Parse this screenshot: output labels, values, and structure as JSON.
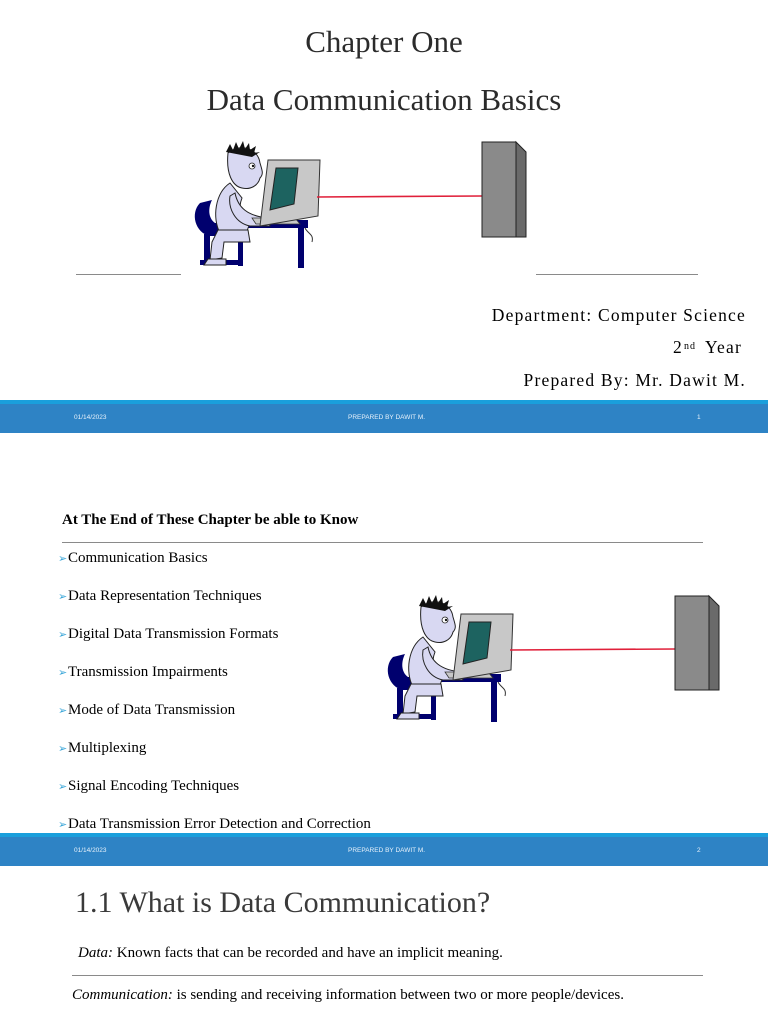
{
  "slide1": {
    "title": "Chapter One",
    "subtitle": "Data Communication Basics",
    "department": "Department: Computer Science",
    "year_num": "2",
    "year_sup": "nd",
    "year_word": "Year",
    "prepared_by": "Prepared By: Mr. Dawit M."
  },
  "footer1": {
    "date": "01/14/2023",
    "author": "PREPARED BY DAWIT M.",
    "page": "1"
  },
  "slide2": {
    "heading": "At The End of These Chapter be able to Know",
    "bullets": [
      "Communication Basics",
      "Data Representation Techniques",
      "Digital Data Transmission Formats",
      "Transmission Impairments",
      "Mode of Data Transmission",
      "Multiplexing",
      "Signal Encoding Techniques",
      "Data Transmission Error Detection and Correction"
    ]
  },
  "footer2": {
    "date": "01/14/2023",
    "author": "PREPARED BY DAWIT M.",
    "page": "2"
  },
  "slide3": {
    "title": "1.1 What is Data Communication?",
    "data_term": "Data:",
    "data_def": " Known facts that can be recorded and have an implicit meaning.",
    "comm_term": "Communication:",
    "comm_def": " is sending and receiving information between two or more people/devices."
  },
  "colors": {
    "footer_bg": "#2e83c5",
    "footer_line": "#1a9fdc",
    "link_line": "#e0203a",
    "bullet_arrow": "#3aa6d8"
  }
}
